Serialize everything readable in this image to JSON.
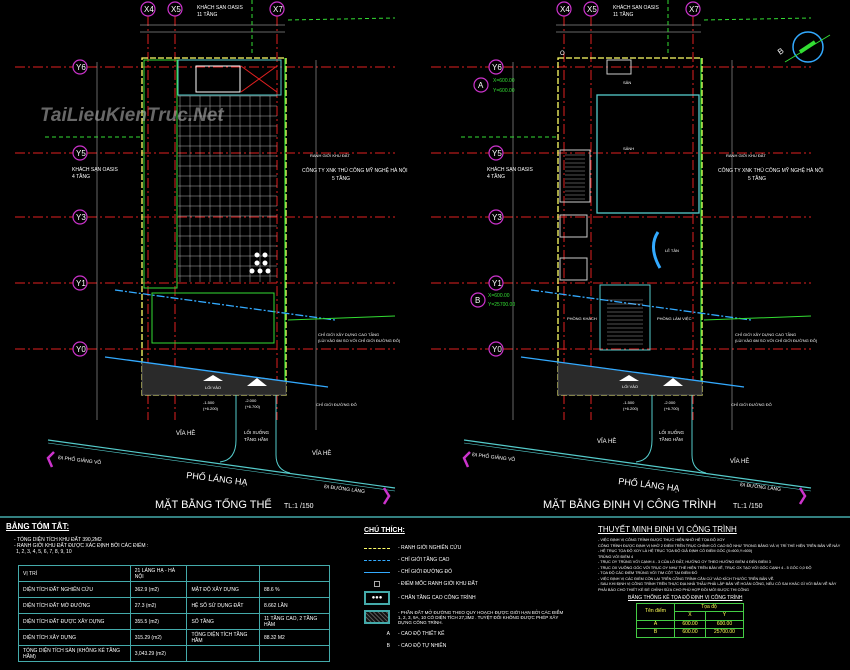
{
  "watermark": "TaiLieuKienTruc.Net",
  "left_plan": {
    "title": "MẶT BẰNG TỔNG THỂ",
    "scale": "TL:1 /150",
    "axes_x": [
      "X4",
      "X5",
      "X7"
    ],
    "axes_y": [
      "Y6",
      "Y5",
      "Y3",
      "Y1",
      "Y0"
    ],
    "neighbor_top": [
      "KHÁCH SẠN OASIS",
      "11 TẦNG"
    ],
    "neighbor_left": [
      "KHÁCH SẠN OASIS",
      "4 TẦNG"
    ],
    "neighbor_right": [
      "CÔNG TY XNK THỦ CÔNG MỸ NGHỆ HÀ NỘI",
      "5 TẦNG"
    ],
    "boundary": "RANH GIỚI KHU ĐẤT",
    "setback": [
      "CHỈ GIỚI XÂY DỰNG CAO TẦNG",
      "(LÙI VÀO 6M SO VỚI CHỈ GIỚI ĐƯỜNG ĐỎ)"
    ],
    "red_line": "CHỈ GIỚI ĐƯỜNG ĐỎ",
    "entrance": "LỐI VÀO",
    "basement": [
      "LỐI XUỐNG",
      "TẦNG HẦM"
    ],
    "sidewalk": "VỈA HÈ",
    "street": "PHỐ LÁNG HẠ",
    "to_left": "ĐI PHỐ GIẢNG VÕ",
    "to_right": "ĐI ĐƯỜNG LÁNG",
    "level1": [
      "-1.500",
      "(+6.200)"
    ],
    "level2": [
      "-2.000",
      "(+6.700)"
    ]
  },
  "right_plan": {
    "title": "MẶT BẰNG ĐỊNH VỊ CÔNG TRÌNH",
    "scale": "TL:1 /150",
    "point_a": {
      "label": "A",
      "x": "X=600.00",
      "y": "Y=600.00"
    },
    "point_b": {
      "label": "B",
      "x": "X=600.00",
      "y": "Y=25700.00"
    },
    "rooms": [
      "SÂN",
      "SẢNH",
      "LỄ TÂN",
      "PHÒNG KHÁCH",
      "PHÒNG LÀM VIỆC"
    ],
    "origin": "O"
  },
  "summary": {
    "title": "BẢNG TÓM TẮT:",
    "notes": [
      "- TỔNG DIỆN TÍCH KHU ĐẤT 390,2M2",
      "- RANH GIỚI KHU ĐẤT ĐƯỢC XÁC ĐỊNH BỞI CÁC ĐIỂM :",
      "1, 2, 3, 4, 5, 6, 7, 8, 9, 10"
    ],
    "rows": [
      [
        "VỊ TRÍ",
        "21 LÁNG HẠ - HÀ NỘI",
        "",
        ""
      ],
      [
        "DIỆN TÍCH ĐẤT NGHIÊN CỨU",
        "362.9 (m2)",
        "MẬT ĐỘ XÂY DỰNG",
        "88.6 %"
      ],
      [
        "DIỆN TÍCH ĐẤT MỞ ĐƯỜNG",
        "27.3 (m2)",
        "HỆ SỐ SỬ DỤNG ĐẤT",
        "8.662 LẦN"
      ],
      [
        "DIỆN TÍCH ĐẤT ĐƯỢC XÂY DỰNG",
        "355.5 (m2)",
        "SỐ TẦNG",
        "11 TẦNG CAO, 2 TẦNG HẦM"
      ],
      [
        "DIỆN TÍCH XÂY DỰNG",
        "315.29 (m2)",
        "TỔNG DIỆN TÍCH TẦNG HẦM",
        "88.32 M2"
      ],
      [
        "TỔNG DIỆN TÍCH SÀN (KHÔNG KỂ TẦNG HẦM)",
        "3,043.29 (m2)",
        "",
        ""
      ]
    ]
  },
  "legend": {
    "title": "CHÚ THÍCH:",
    "items": [
      "- RANH GIỚI NGHIÊN CỨU",
      "- CHỈ GIỚI TẦNG CAO",
      "- CHỈ GIỚI ĐƯỜNG ĐỎ",
      "- ĐIỂM MỐC RANH GIỚI KHU ĐẤT",
      "- CHÂN TẦNG CAO CÔNG TRÌNH",
      "- PHẦN ĐẤT MỞ ĐƯỜNG THEO QUY HOẠCH ĐƯỢC GIỚI HẠN BỞI CÁC ĐIỂM 1, 2, 3, 9A, 10 CÓ DIỆN TÍCH 27,3M2 . TUYỆT ĐỐI KHÔNG ĐƯỢC PHÉP XÂY DỰNG CÔNG TRÌNH."
    ],
    "elev_a": "A",
    "elev_b": "B",
    "elev_a_text": "- CAO ĐỘ THIẾT KẾ",
    "elev_b_text": "- CAO ĐỘ TỰ NHIÊN"
  },
  "explain": {
    "title": "THUYẾT MINH ĐỊNH VỊ CÔNG TRÌNH",
    "lines": [
      "- VIỆC ĐỊNH VỊ CÔNG TRÌNH ĐƯỢC THỰC HIỆN NHỜ HỆ TỌA ĐỘ XOY",
      "CÔNG TRÌNH ĐƯỢC ĐỊNH VỊ NHỜ 2 ĐIỂM TRÊN TRỤC CHÍNH CÓ CAO ĐỘ NHƯ TRONG BẢNG VÀ VỊ TRÍ THỂ HIỆN TRÊN BẢN VẼ NÀY",
      "- HỆ TRỤC TỌA ĐỘ XOY LÀ HỆ TRỤC TỌA ĐỘ GIẢ ĐỊNH CÓ ĐIỂM GỐC (X=600,Y=600)",
      "TRÙNG VỚI ĐIỂM 4",
      "- TRỤC OY TRÙNG VỚI CẠNH 4 - 3 CỦA LÔ ĐẤT, HƯỚNG OY THEO HƯỚNG ĐIỂM 4 ĐẾN ĐIỂM 3",
      "- TRỤC OX VUÔNG GÓC VỚI TRỤC OY NHƯ THỂ HIỆN TRÊN BẢN VẼ, TRỤC OX TẠO VỚI GÓC CẠNH 4 - 5 GÓC 0,0 ĐỘ",
      "- TỌA ĐỘ CÁC ĐIỂM TRÙNG VỚI TIM CỘT TẠI ĐIỂM ĐÓ",
      "- VIỆC ĐỊNH VỊ CÁC ĐIỂM CÒN LẠI TRÊN CÔNG TRÌNH CĂN CỨ VÀO KÍCH THƯỚC TRÊN BẢN VẼ.",
      "- SAU KHI ĐỊNH VỊ CÔNG TRÌNH TRÊN THỰC ĐỊA NHÀ THẦU PHẢI LẬP BẢN VẼ HOÀN CÔNG, NẾU CÓ SAI KHÁC GÌ VỚI BẢN VẼ NÀY",
      "PHẢI BÁO CHO THIẾT KẾ ĐỂ CHỈNH SỬA CHO PHÙ HỢP ĐỒI MỚI ĐƯỢC THI CÔNG"
    ],
    "table_title": "BẢNG THỐNG KÊ TỌA ĐỘ ĐỊNH VỊ CÔNG TRÌNH",
    "col_point": "Tên điểm",
    "col_coord": "Tọa độ",
    "col_x": "X",
    "col_y": "Y",
    "rows": [
      [
        "A",
        "600.00",
        "600.00"
      ],
      [
        "B",
        "600.00",
        "25700.00"
      ]
    ]
  },
  "colors": {
    "grid": "#e02020",
    "boundary": "#ffff66",
    "setback": "#33aaff",
    "green": "#33dd33",
    "axis": "#cc33cc"
  }
}
